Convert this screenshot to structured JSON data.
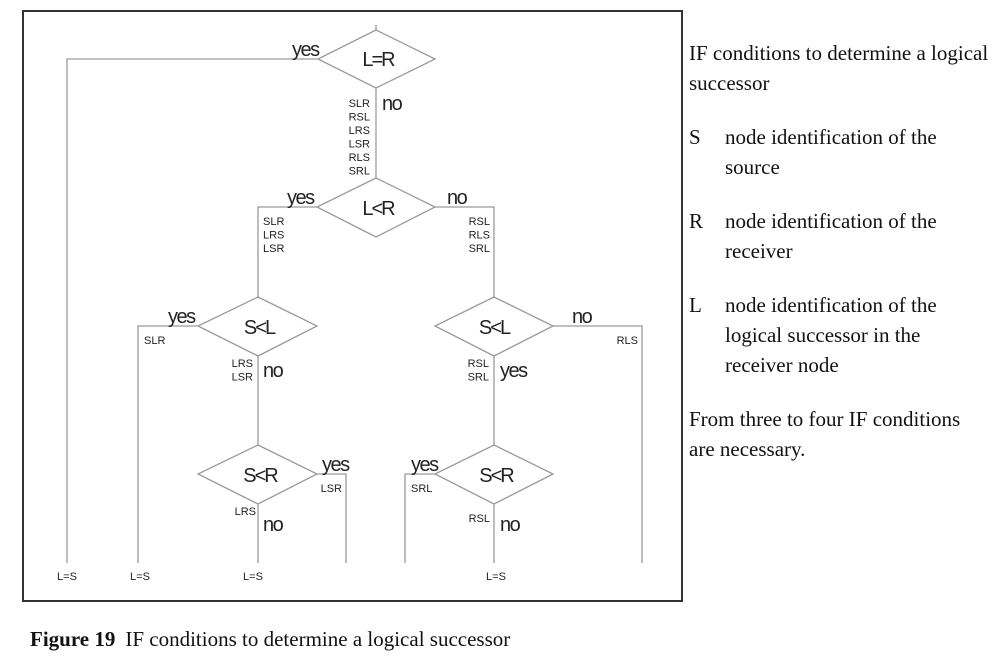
{
  "diagram": {
    "decisions": [
      {
        "id": "d1",
        "condition": "L=R"
      },
      {
        "id": "d2",
        "condition": "L<R"
      },
      {
        "id": "d3",
        "condition": "S<L"
      },
      {
        "id": "d4",
        "condition": "S<L"
      },
      {
        "id": "d5",
        "condition": "S<R"
      },
      {
        "id": "d6",
        "condition": "S<R"
      }
    ],
    "branch_labels": {
      "yes": "yes",
      "no": "no"
    },
    "sets": {
      "d1_no": [
        "SLR",
        "RSL",
        "LRS",
        "LSR",
        "RLS",
        "SRL"
      ],
      "d2_yes": [
        "SLR",
        "LRS",
        "LSR"
      ],
      "d2_no": [
        "RSL",
        "RLS",
        "SRL"
      ],
      "d3_yes": [
        "SLR"
      ],
      "d3_no": [
        "LRS",
        "LSR"
      ],
      "d4_no": [
        "RLS"
      ],
      "d4_yes": [
        "RSL",
        "SRL"
      ],
      "d5_yes": [
        "LSR"
      ],
      "d5_no": [
        "LRS"
      ],
      "d6_yes": [
        "SRL"
      ],
      "d6_no": [
        "RSL"
      ]
    },
    "results": [
      "L=S",
      "L=S",
      "L=S",
      "L=S"
    ]
  },
  "legend": {
    "intro": "IF conditions to determine a logical successor",
    "definitions": [
      {
        "symbol": "S",
        "text": "node identification of the source"
      },
      {
        "symbol": "R",
        "text": "node identification of the receiver"
      },
      {
        "symbol": "L",
        "text": "node identification of the logical successor in the receiver node"
      }
    ],
    "note": "From three to four IF conditions are necessary."
  },
  "caption": {
    "label": "Figure 19",
    "text": "IF conditions to determine a logical successor"
  }
}
